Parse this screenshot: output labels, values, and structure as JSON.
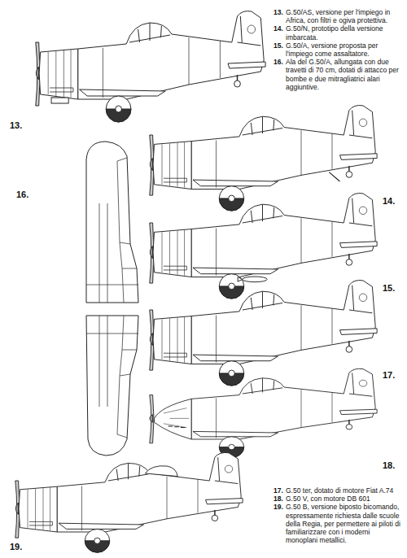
{
  "diagram": {
    "labels": [
      "13.",
      "G.50/AS, versione per l'impiego in Africa, con filtri e ogiva protettiva.",
      "14.",
      "G.50/N, prototipo della versione imbarcata.",
      "15.",
      "G.50/A, versione proposta per l'impiego come assaltatore.",
      "16.",
      "Ala del G.50/A, allungata con due travetti di 70 cm, dotati di attacco per bombe e due mitragliatrici alari aggiuntive.",
      "13.",
      "16.",
      "14.",
      "15.",
      "17.",
      "18.",
      "19.",
      "17.",
      "G.50 ter, dotato di motore Fiat A.74",
      "18.",
      "G.50 V, con motore DB 601",
      "19.",
      "G.50 B, versione biposto bicomando, espressamente richiesta dalle scuole della Regia, per permettere ai piloti di familiarizzare con i moderni monoplani metallici."
    ]
  }
}
